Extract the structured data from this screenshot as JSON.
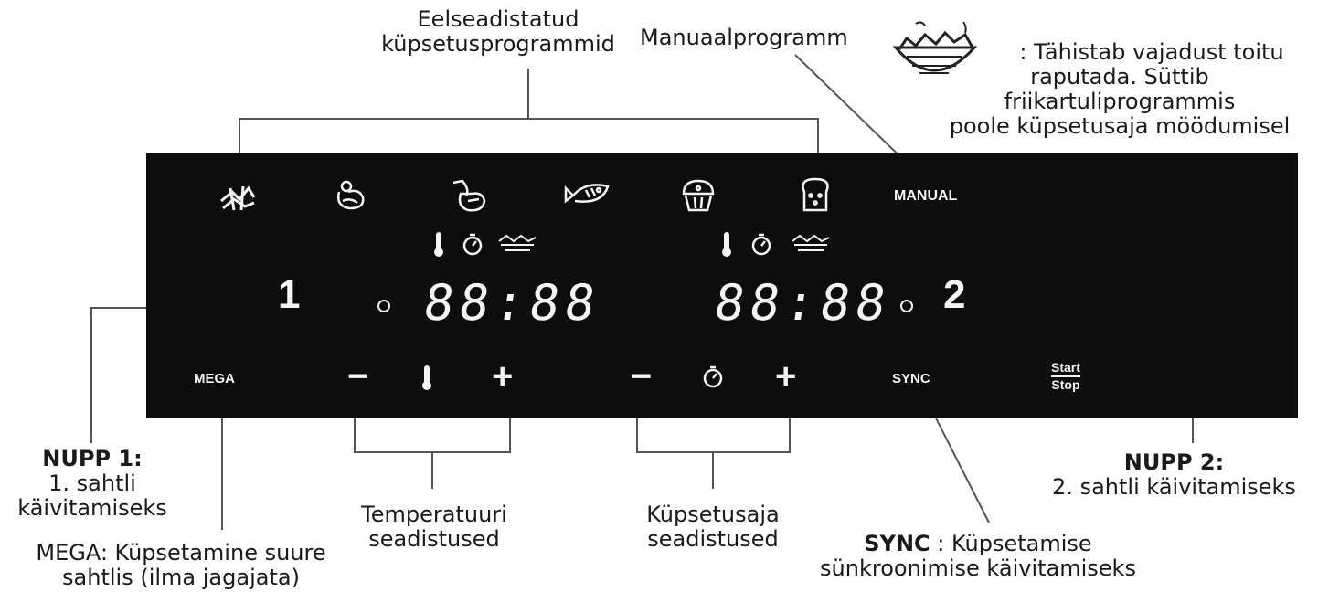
{
  "colors": {
    "panel": "#0d0d0d",
    "panel_text": "#f4f4f4",
    "label_text": "#1a1a1a",
    "leader": "#555555"
  },
  "callouts": {
    "presets": {
      "line1": "Eelseadistatud",
      "line2": "küpsetusprogrammid"
    },
    "manual": "Manuaalprogramm",
    "shake": {
      "icon": "shake-basket-icon",
      "line1": ": Tähistab vajadust toitu",
      "line2": "raputada. Süttib",
      "line3": "friikartuliprogrammis",
      "line4": "poole küpsetusaja möödumisel"
    },
    "button1": {
      "title": "NUPP 1:",
      "line1": "1. sahtli",
      "line2": "käivitamiseks"
    },
    "mega": {
      "line1": "MEGA: Küpsetamine suure",
      "line2": "sahtlis (ilma jagajata)"
    },
    "temperature": {
      "line1": "Temperatuuri",
      "line2": "seadistused"
    },
    "time": {
      "line1": "Küpsetusaja",
      "line2": "seadistused"
    },
    "sync": {
      "keyword": "SYNC",
      "line1": " : Küpsetamise",
      "line2": "sünkroonimise käivitamiseks"
    },
    "button2": {
      "title": "NUPP 2:",
      "line1": "2. sahtli käivitamiseks"
    }
  },
  "panel": {
    "program_icons": [
      "fries-icon",
      "chicken-icon",
      "drumstick-icon",
      "fish-icon",
      "muffin-icon",
      "bread-icon"
    ],
    "manual_label": "MANUAL",
    "drawer1_number": "1",
    "drawer2_number": "2",
    "display_left": "88:88",
    "display_right": "88:88",
    "status_icons": [
      "thermometer-icon",
      "timer-icon",
      "shake-basket-icon"
    ],
    "mega_label": "MEGA",
    "sync_label": "SYNC",
    "start_label": "Start",
    "stop_label": "Stop",
    "minus": "−",
    "plus": "+"
  }
}
